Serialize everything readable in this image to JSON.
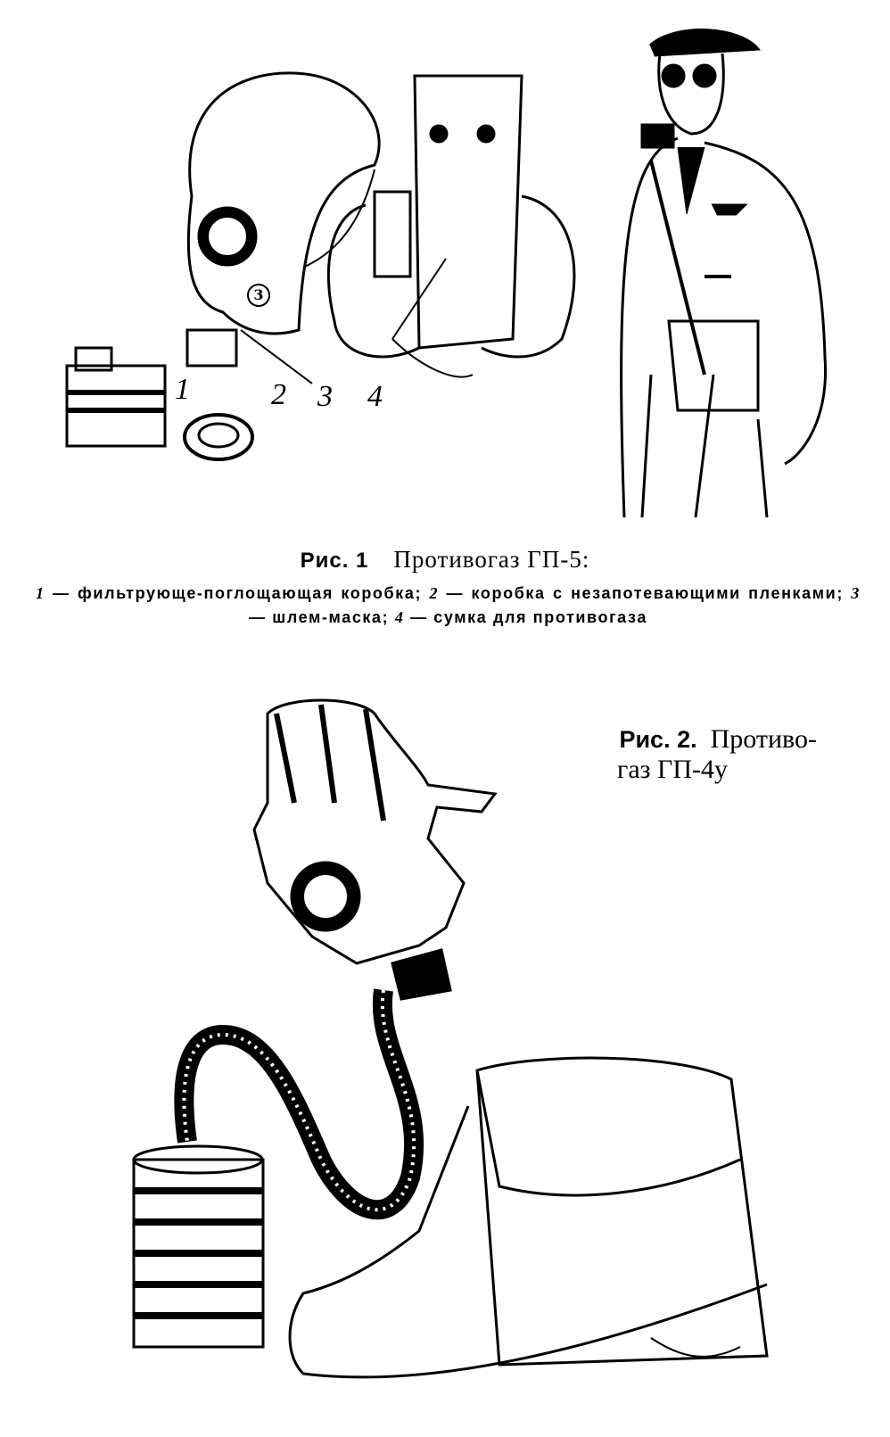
{
  "figure1": {
    "label": "Рис. 1",
    "title": "Противогаз ГП-5:",
    "callouts": [
      "1",
      "2",
      "3",
      "4",
      "3"
    ],
    "legend": [
      {
        "num": "1",
        "text": "— фильтрующе-поглощающая коробка;"
      },
      {
        "num": "2",
        "text": "— коробка с незапотевающими пленками;"
      },
      {
        "num": "3",
        "text": "— шлем-маска;"
      },
      {
        "num": "4",
        "text": "— сумка для противогаза"
      }
    ]
  },
  "figure2": {
    "label": "Рис. 2.",
    "title_line1": "Противо-",
    "title_line2": "газ ГП-4у"
  }
}
